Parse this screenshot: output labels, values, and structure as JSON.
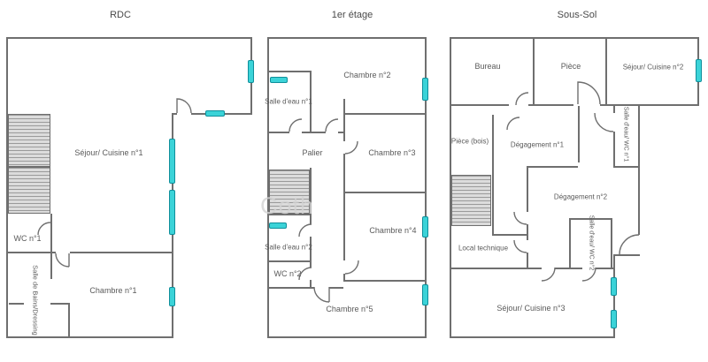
{
  "watermark": "Coth",
  "colors": {
    "wall": "#6f6f6f",
    "window_fill": "#3bd3d8",
    "window_border": "#0f8f9b",
    "label_text": "#5a5a5a",
    "stairs_hatch": "#9a9a9a"
  },
  "plans": {
    "rdc": {
      "title": "RDC",
      "rooms": {
        "sejour_cuisine_1": "Séjour/ Cuisine n°1",
        "wc_1": "WC n°1",
        "salle_de_bains_dressing": "Salle de Bains/Dressing",
        "chambre_1": "Chambre n°1"
      }
    },
    "etage1": {
      "title": "1er étage",
      "rooms": {
        "salle_eau_1": "Salle d'eau n°1",
        "chambre_2": "Chambre n°2",
        "palier": "Palier",
        "chambre_3": "Chambre n°3",
        "salle_eau_2": "Salle d'eau n°2",
        "wc_2": "WC n°2",
        "chambre_4": "Chambre n°4",
        "chambre_5": "Chambre n°5"
      }
    },
    "sous_sol": {
      "title": "Sous-Sol",
      "rooms": {
        "bureau": "Bureau",
        "piece": "Pièce",
        "sejour_cuisine_2": "Séjour/ Cuisine n°2",
        "piece_bois": "Pièce (bois)",
        "degagement_1": "Dégagement n°1",
        "salle_eau_wc_1": "Salle d'eau/ WC n°1",
        "degagement_2": "Dégagement n°2",
        "local_technique": "Local technique",
        "salle_eau_wc_2": "Salle d'eau/ WC n°2",
        "sejour_cuisine_3": "Séjour/ Cuisine n°3"
      }
    }
  }
}
